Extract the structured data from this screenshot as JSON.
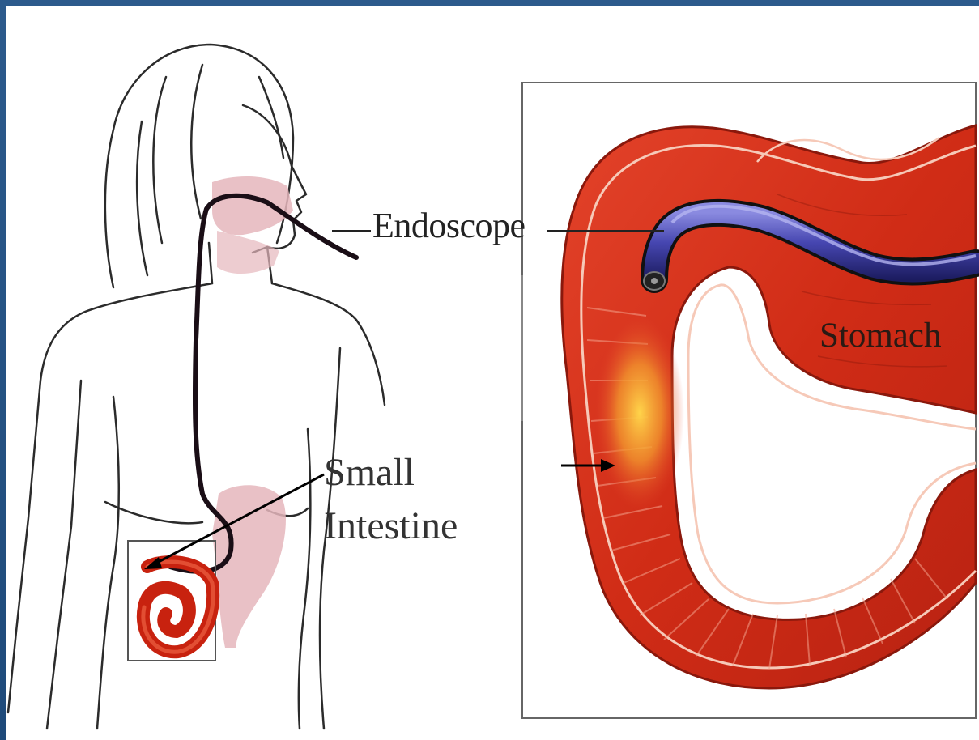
{
  "labels": {
    "endoscope": "Endoscope",
    "stomach": "Stomach",
    "small": "Small",
    "intestine": "Intestine"
  },
  "colors": {
    "background_frame": "#1e4a7a",
    "intestine_red": "#d9361e",
    "intestine_dark": "#a8200f",
    "endoscope_blue": "#3a3a9c",
    "organ_pink": "#e5b6bc"
  }
}
